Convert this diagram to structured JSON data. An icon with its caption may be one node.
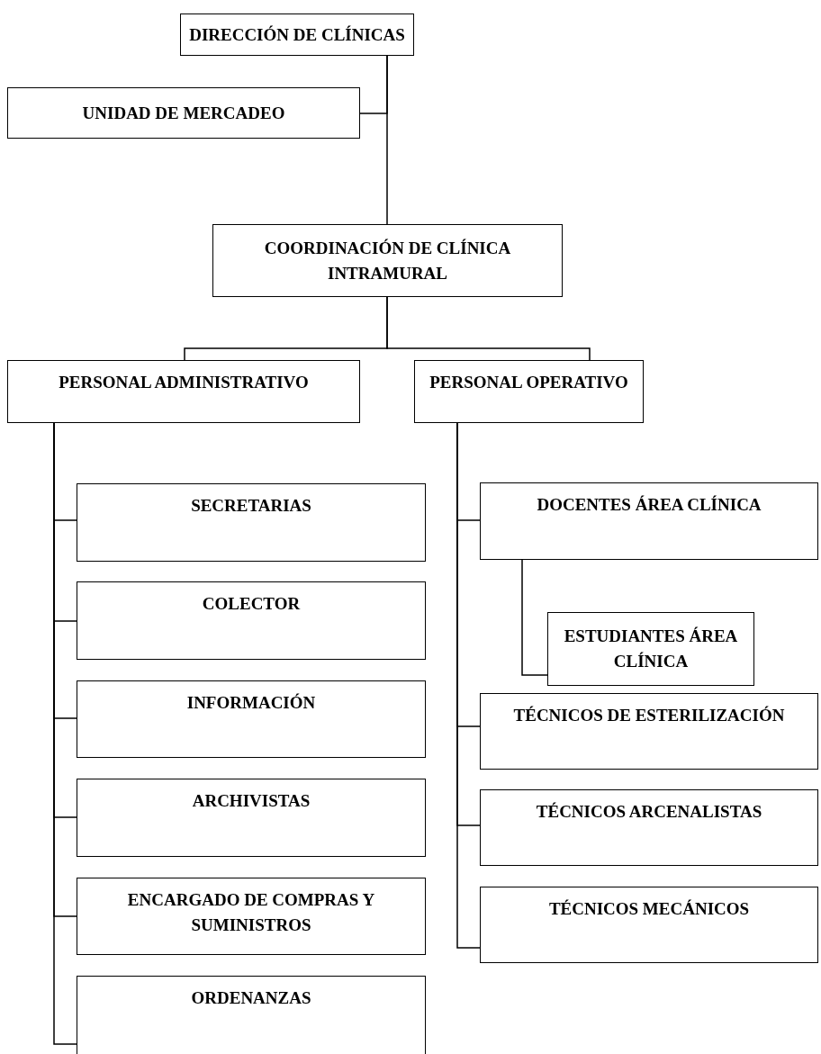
{
  "diagram": {
    "nodes": [
      {
        "text": [
          "DIRECCIÓN DE CLÍNICAS"
        ]
      },
      {
        "text": [
          "UNIDAD DE MERCADEO"
        ]
      },
      {
        "text": [
          "COORDINACIÓN DE CLÍNICA INTRAMURAL"
        ]
      },
      {
        "text": [
          "PERSONAL ADMINISTRATIVO"
        ]
      },
      {
        "text": [
          "PERSONAL OPERATIVO"
        ]
      },
      {
        "text": [
          "SECRETARIAS"
        ]
      },
      {
        "text": [
          "COLECTOR"
        ]
      },
      {
        "text": [
          "INFORMACIÓN"
        ]
      },
      {
        "text": [
          "ARCHIVISTAS"
        ]
      },
      {
        "text": [
          "ENCARGADO DE COMPRAS Y SUMINISTROS"
        ]
      },
      {
        "text": [
          "ORDENANZAS"
        ]
      },
      {
        "text": [
          "DOCENTES ÁREA CLÍNICA"
        ]
      },
      {
        "text": [
          "ESTUDIANTES ÁREA CLÍNICA"
        ]
      },
      {
        "text": [
          "TÉCNICOS DE ESTERILIZACIÓN"
        ]
      },
      {
        "text": [
          "TÉCNICOS ARCENALISTAS"
        ]
      },
      {
        "text": [
          "TÉCNICOS MECÁNICOS"
        ]
      }
    ],
    "edges": [
      {
        "from": 0,
        "to": 1,
        "arrow": "none"
      },
      {
        "from": 0,
        "to": 2,
        "arrow": "none"
      },
      {
        "from": 2,
        "to": 3,
        "arrow": "none"
      },
      {
        "from": 2,
        "to": 4,
        "arrow": "none"
      },
      {
        "from": 3,
        "to": 5,
        "arrow": "none"
      },
      {
        "from": 3,
        "to": 6,
        "arrow": "none"
      },
      {
        "from": 3,
        "to": 7,
        "arrow": "none"
      },
      {
        "from": 3,
        "to": 8,
        "arrow": "none"
      },
      {
        "from": 3,
        "to": 9,
        "arrow": "none"
      },
      {
        "from": 3,
        "to": 10,
        "arrow": "none"
      },
      {
        "from": 4,
        "to": 11,
        "arrow": "none"
      },
      {
        "from": 11,
        "to": 12,
        "arrow": "none"
      },
      {
        "from": 4,
        "to": 13,
        "arrow": "none"
      },
      {
        "from": 4,
        "to": 14,
        "arrow": "none"
      },
      {
        "from": 4,
        "to": 15,
        "arrow": "none"
      }
    ]
  }
}
